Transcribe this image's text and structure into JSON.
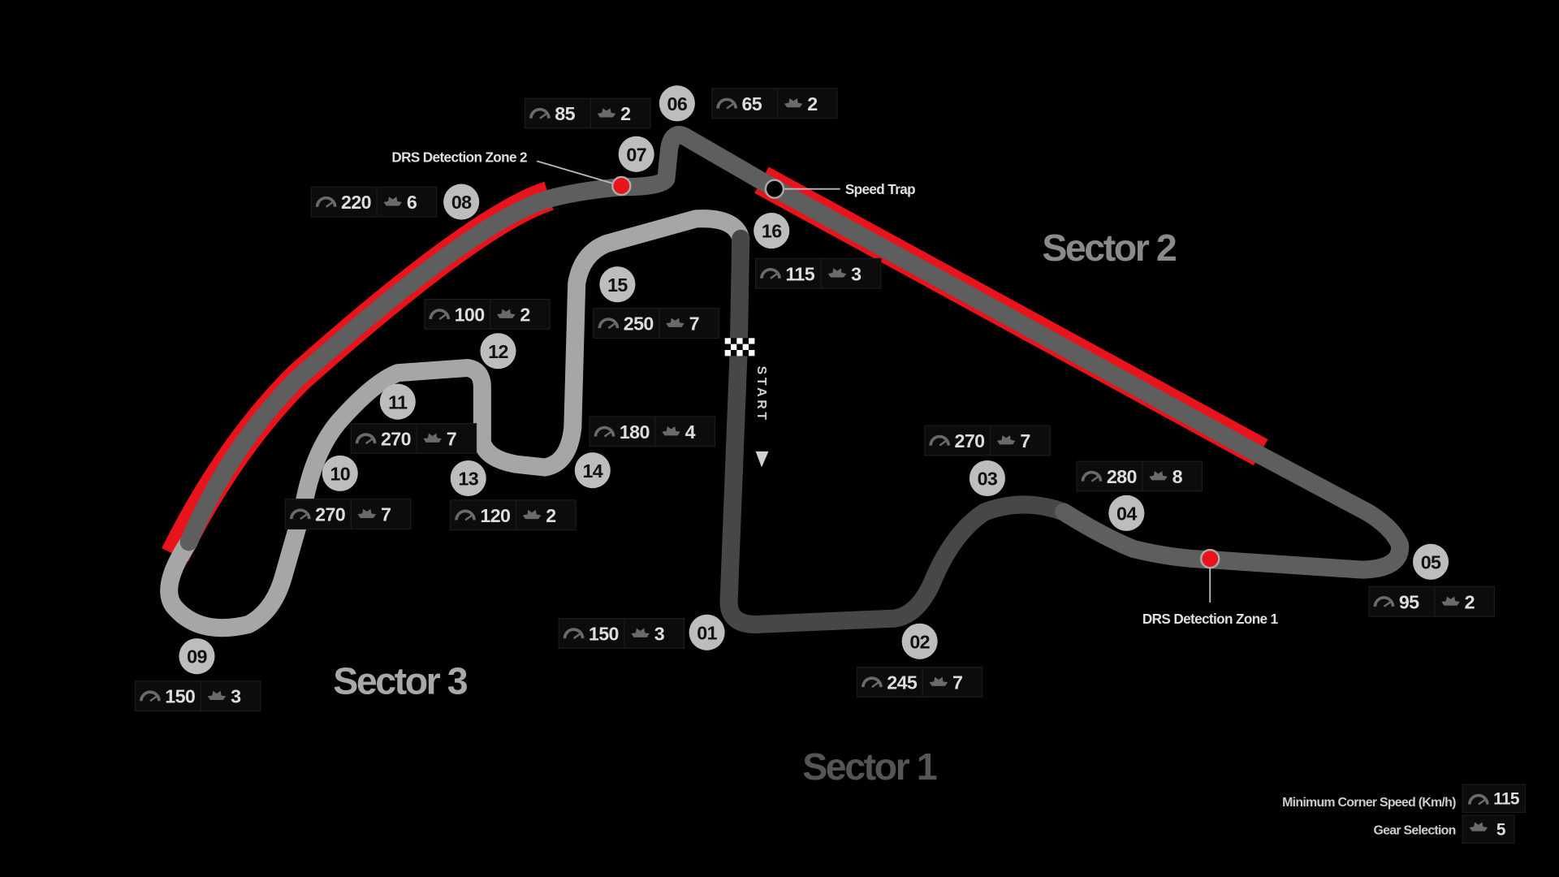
{
  "sectors": {
    "s1": "Sector 1",
    "s2": "Sector 2",
    "s3": "Sector 3"
  },
  "annotations": {
    "drs_zone_2": "DRS Detection Zone 2",
    "drs_zone_1": "DRS Detection Zone 1",
    "speed_trap": "Speed Trap",
    "start": "START"
  },
  "turns": [
    {
      "number": "01",
      "speed": "150",
      "gear": "3"
    },
    {
      "number": "02",
      "speed": "245",
      "gear": "7"
    },
    {
      "number": "03",
      "speed": "270",
      "gear": "7"
    },
    {
      "number": "04",
      "speed": "280",
      "gear": "8"
    },
    {
      "number": "05",
      "speed": "95",
      "gear": "2"
    },
    {
      "number": "06",
      "speed": "65",
      "gear": "2"
    },
    {
      "number": "07",
      "speed": "85",
      "gear": "2"
    },
    {
      "number": "08",
      "speed": "220",
      "gear": "6"
    },
    {
      "number": "09",
      "speed": "150",
      "gear": "3"
    },
    {
      "number": "10",
      "speed": "270",
      "gear": "7"
    },
    {
      "number": "11",
      "speed": "270",
      "gear": "7"
    },
    {
      "number": "12",
      "speed": "100",
      "gear": "2"
    },
    {
      "number": "13",
      "speed": "120",
      "gear": "2"
    },
    {
      "number": "14",
      "speed": "180",
      "gear": "4"
    },
    {
      "number": "15",
      "speed": "250",
      "gear": "7"
    },
    {
      "number": "16",
      "speed": "115",
      "gear": "3"
    }
  ],
  "legend": {
    "speed_label": "Minimum Corner Speed (Km/h)",
    "speed_example": "115",
    "gear_label": "Gear Selection",
    "gear_example": "5"
  },
  "colors": {
    "drs": "#e8131b",
    "sector1": "#474747",
    "sector2": "#5e5e5e",
    "sector3": "#a6a6a6"
  }
}
